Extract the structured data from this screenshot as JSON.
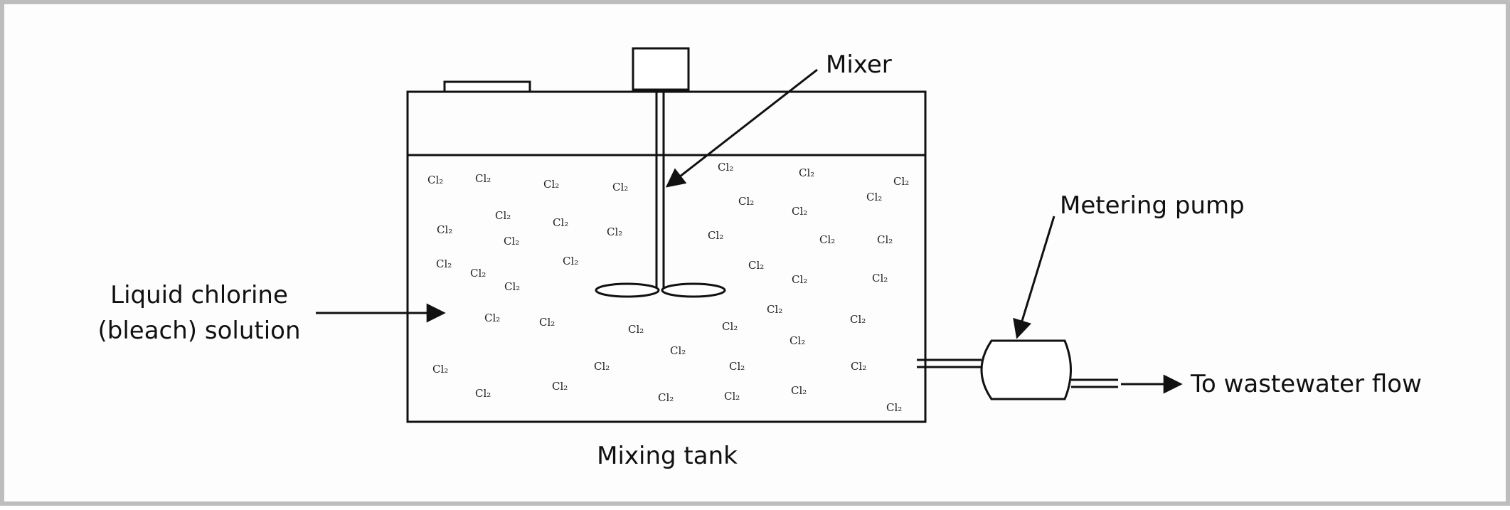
{
  "labels": {
    "mixer": "Mixer",
    "metering_pump": "Metering pump",
    "liquid_line1": "Liquid chlorine",
    "liquid_line2": "(bleach) solution",
    "to_wastewater": "To wastewater flow",
    "mixing_tank": "Mixing tank"
  },
  "molecule_label": "Cl₂",
  "colors": {
    "line": "#111111",
    "border": "#bdbdbd"
  },
  "icons": [
    "mixer-motor-icon",
    "impeller-icon",
    "pump-icon",
    "arrow-icon"
  ]
}
